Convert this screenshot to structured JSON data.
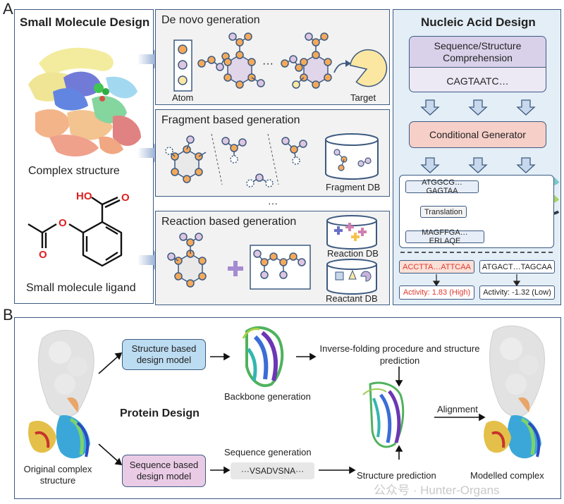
{
  "panel_a": {
    "letter": "A",
    "small_molecule": {
      "title": "Small Molecule Design",
      "complex_label": "Complex structure",
      "ligand_label": "Small molecule ligand",
      "ho_label": "HO",
      "o_label_1": "O",
      "o_label_2": "O",
      "o_label_3": "O"
    },
    "de_novo": {
      "title": "De novo generation",
      "atom_label": "Atom",
      "ellipsis": "···",
      "target_label": "Target"
    },
    "fragment": {
      "title": "Fragment based generation",
      "db_label": "Fragment DB"
    },
    "mid_ellipsis": "···",
    "reaction": {
      "title": "Reaction based generation",
      "reaction_db": "Reaction DB",
      "reactant_db": "Reactant DB"
    },
    "nucleic": {
      "title": "Nucleic Acid Design",
      "comprehension": "Sequence/Structure Comprehension",
      "sequence": "CAGTAATC…",
      "generator": "Conditional Generator",
      "dna": "ATGGCG…GAGTAA",
      "translation": "Translation",
      "protein": "MAGFFGA…ERLAQE",
      "seq_high": "ACCTTA…ATTCAA",
      "seq_low": "ATGACT…TAGCAA",
      "activity_high": "Activity: 1.83 (High)",
      "activity_low": "Activity: -1.32 (Low)"
    }
  },
  "panel_b": {
    "letter": "B",
    "title": "Protein Design",
    "original": "Original complex structure",
    "structure_model": "Structure based design model",
    "sequence_model": "Sequence based design model",
    "backbone": "Backbone generation",
    "seq_gen": "Sequence generation",
    "seq_chip": "···VSADVSNA···",
    "inverse": "Inverse-folding procedure and structure prediction",
    "structure_prediction": "Structure prediction",
    "alignment": "Alignment",
    "modelled": "Modelled complex",
    "watermark": "公众号 · Hunter-Organs"
  },
  "colors": {
    "frame": "#3d5a80",
    "atom_orange": "#f4a95a",
    "atom_pink": "#dcc6e0",
    "atom_yellow": "#fbe7a1",
    "nucleic_bg": "#e4eef7",
    "comprehension_bg": "#d9d1ea",
    "generator_bg": "#f6cfc8",
    "structure_model_bg": "#bcdcf2",
    "sequence_model_bg": "#eacbe6",
    "high_red": "#e03a2d",
    "arrow_blue": "#c7d8ec"
  }
}
